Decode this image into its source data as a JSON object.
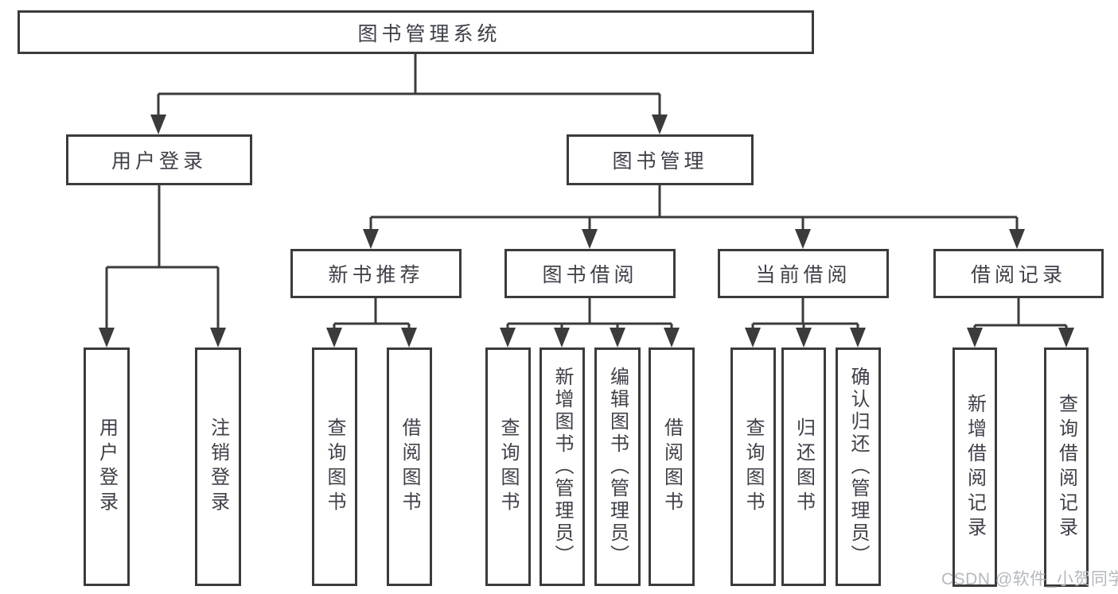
{
  "diagram_title": "图书管理系统",
  "tree": {
    "root": {
      "label": "图书管理系统"
    },
    "branches": [
      {
        "label": "用户登录",
        "children": [
          {
            "label": "用户登录"
          },
          {
            "label": "注销登录"
          }
        ]
      },
      {
        "label": "图书管理",
        "children": [
          {
            "label": "新书推荐",
            "children": [
              {
                "label": "查询图书"
              },
              {
                "label": "借阅图书"
              }
            ]
          },
          {
            "label": "图书借阅",
            "children": [
              {
                "label": "查询图书"
              },
              {
                "label": "新增图书（管理员）"
              },
              {
                "label": "编辑图书（管理员）"
              },
              {
                "label": "借阅图书"
              }
            ]
          },
          {
            "label": "当前借阅",
            "children": [
              {
                "label": "查询图书"
              },
              {
                "label": "归还图书"
              },
              {
                "label": "确认归还（管理员）"
              }
            ]
          },
          {
            "label": "借阅记录",
            "children": [
              {
                "label": "新增借阅记录"
              },
              {
                "label": "查询借阅记录"
              }
            ]
          }
        ]
      }
    ]
  },
  "watermark": {
    "text": "CSDN @软件_小贺同学"
  },
  "colors": {
    "line": "#3b3b3b",
    "text": "#3f4049",
    "watermark": "#b4b9bf",
    "background": "#ffffff"
  }
}
